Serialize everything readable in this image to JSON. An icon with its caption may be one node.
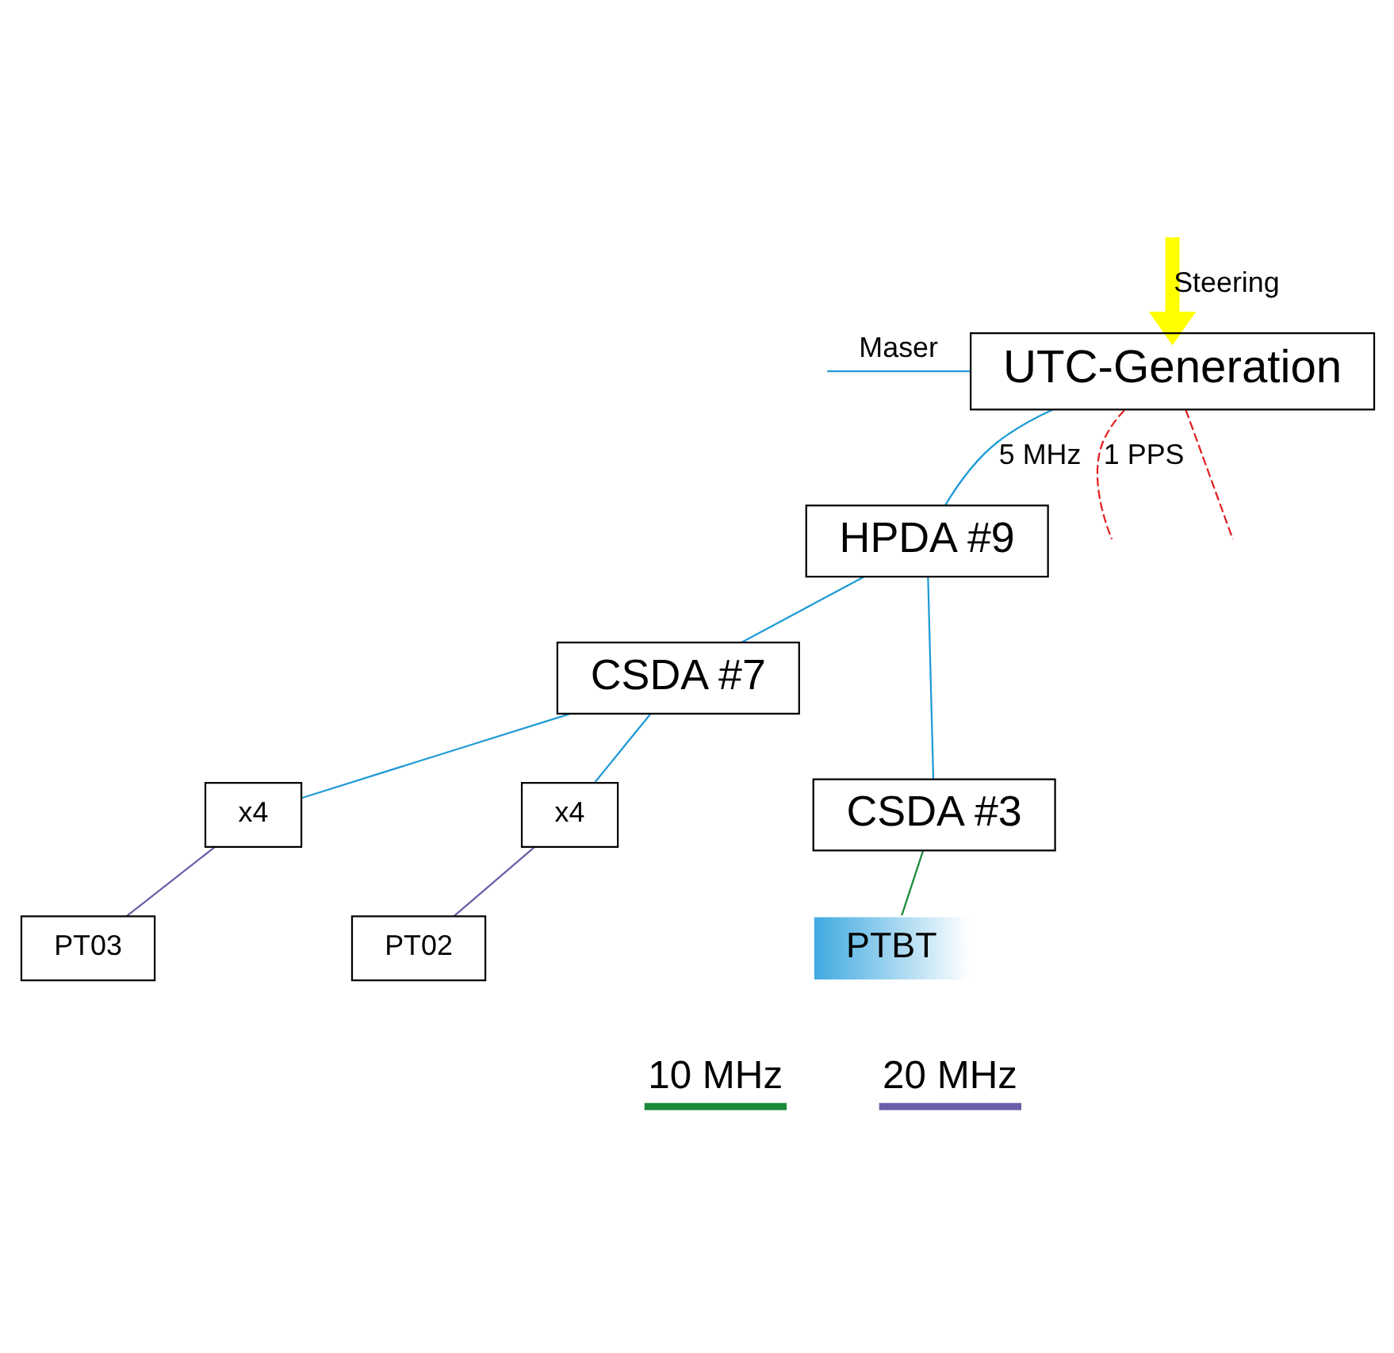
{
  "diagram": {
    "nodes": [
      {
        "text": [
          "UTC-Generation"
        ]
      },
      {
        "text": [
          "HPDA #9"
        ]
      },
      {
        "text": [
          "CSDA #7"
        ]
      },
      {
        "text": [
          "CSDA #3"
        ]
      },
      {
        "text": [
          "x4"
        ]
      },
      {
        "text": [
          "x4"
        ]
      },
      {
        "text": [
          "PT03"
        ]
      },
      {
        "text": [
          "PT02"
        ]
      },
      {
        "text": [
          "PTBT"
        ]
      }
    ],
    "edges": [
      {
        "from": null,
        "to": 0,
        "arrow": "none",
        "label": "Maser"
      },
      {
        "from": 0,
        "to": 1,
        "arrow": "none",
        "label": "5 MHz"
      },
      {
        "from": 0,
        "to": null,
        "arrow": "none",
        "label": "1 PPS",
        "style": "dashed",
        "color": "#e02020"
      },
      {
        "from": 0,
        "to": null,
        "arrow": "none",
        "style": "dashed",
        "color": "#e02020"
      },
      {
        "from": null,
        "to": 0,
        "arrow": "to",
        "label": "Steering",
        "style": "thick",
        "color": "#ffff00"
      },
      {
        "from": 1,
        "to": 2,
        "arrow": "none"
      },
      {
        "from": 1,
        "to": 3,
        "arrow": "none"
      },
      {
        "from": 2,
        "to": 4,
        "arrow": "none"
      },
      {
        "from": 2,
        "to": 5,
        "arrow": "none"
      },
      {
        "from": 4,
        "to": 6,
        "arrow": "none",
        "color": "#6a5fa8"
      },
      {
        "from": 5,
        "to": 7,
        "arrow": "none",
        "color": "#6a5fa8"
      },
      {
        "from": 3,
        "to": 8,
        "arrow": "none",
        "color": "#1a8a3a"
      }
    ],
    "legend": [
      {
        "text": "10 MHz"
      },
      {
        "text": "20 MHz"
      }
    ]
  }
}
